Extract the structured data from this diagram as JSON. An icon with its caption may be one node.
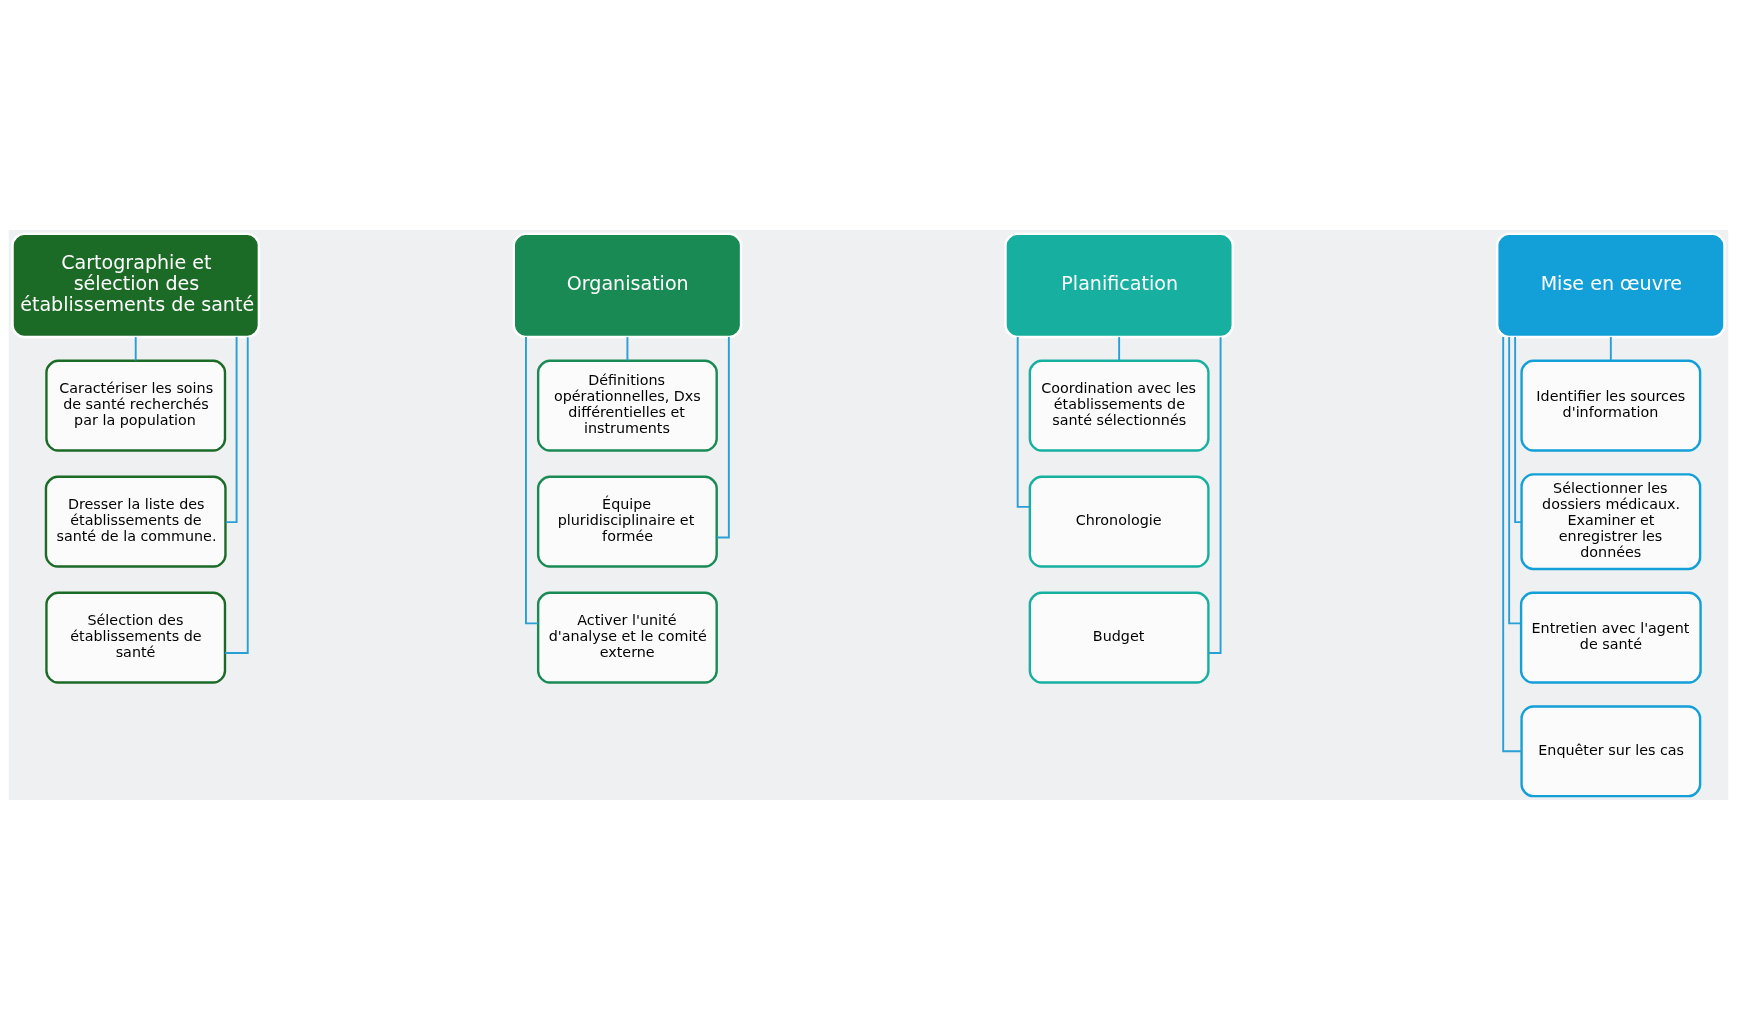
{
  "diagram": {
    "nodes": [
      {
        "text": [
          "Cartographie et sélection des établissements de santé"
        ]
      },
      {
        "text": [
          "Caractériser les soins de santé recherchés par la population"
        ]
      },
      {
        "text": [
          "Dresser la liste des établissements de santé de la commune."
        ]
      },
      {
        "text": [
          "Sélection des établissements de santé"
        ]
      },
      {
        "text": [
          "Organisation"
        ]
      },
      {
        "text": [
          "Définitions opérationnelles, Dxs différentielles et instruments"
        ]
      },
      {
        "text": [
          "Équipe pluridisciplinaire et formée"
        ]
      },
      {
        "text": [
          "Activer l'unité d'analyse et le comité externe"
        ]
      },
      {
        "text": [
          "Planification"
        ]
      },
      {
        "text": [
          "Coordination avec les établissements de santé sélectionnés"
        ]
      },
      {
        "text": [
          "Chronologie"
        ]
      },
      {
        "text": [
          "Budget"
        ]
      },
      {
        "text": [
          "Mise en œuvre"
        ]
      },
      {
        "text": [
          "Identifier les sources d'information"
        ]
      },
      {
        "text": [
          "Sélectionner les dossiers médicaux. Examiner et enregistrer les données"
        ]
      },
      {
        "text": [
          "Entretien avec l'agent de santé"
        ]
      },
      {
        "text": [
          "Enquêter sur les cas"
        ]
      }
    ],
    "edges": [
      {
        "from": 0,
        "to": 1,
        "arrow": "none"
      },
      {
        "from": 0,
        "to": 2,
        "arrow": "none"
      },
      {
        "from": 0,
        "to": 3,
        "arrow": "none"
      },
      {
        "from": 4,
        "to": 5,
        "arrow": "none"
      },
      {
        "from": 4,
        "to": 6,
        "arrow": "none"
      },
      {
        "from": 4,
        "to": 7,
        "arrow": "none"
      },
      {
        "from": 8,
        "to": 9,
        "arrow": "none"
      },
      {
        "from": 8,
        "to": 10,
        "arrow": "none"
      },
      {
        "from": 8,
        "to": 11,
        "arrow": "none"
      },
      {
        "from": 12,
        "to": 13,
        "arrow": "none"
      },
      {
        "from": 12,
        "to": 14,
        "arrow": "none"
      },
      {
        "from": 12,
        "to": 15,
        "arrow": "none"
      },
      {
        "from": 12,
        "to": 16,
        "arrow": "none"
      }
    ]
  }
}
